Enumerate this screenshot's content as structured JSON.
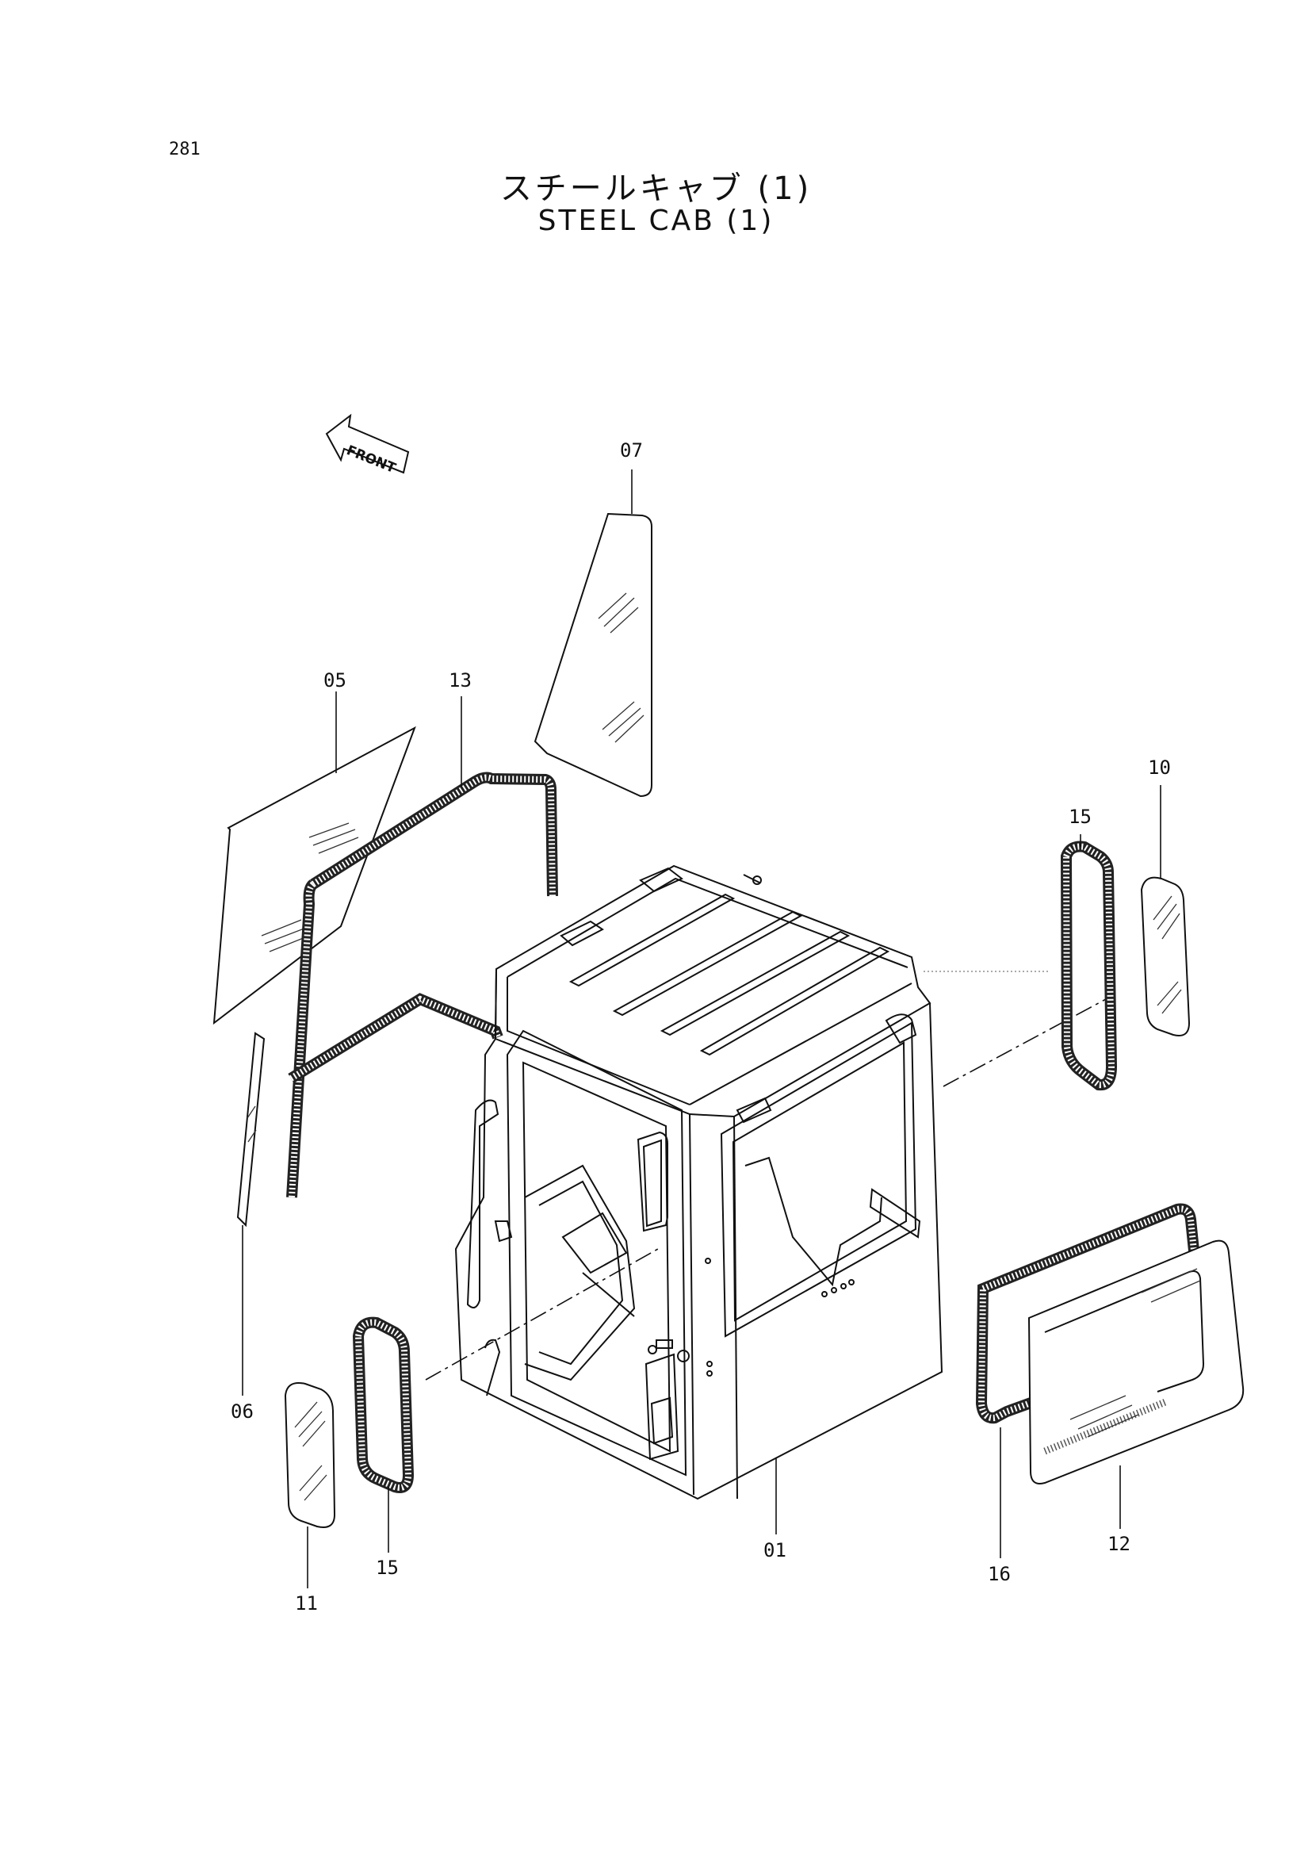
{
  "page": {
    "number": "281"
  },
  "title": {
    "japanese": "スチールキャブ (1)",
    "english": "STEEL CAB (1)"
  },
  "front_marker": {
    "label": "FRONT",
    "icon": "front-arrow-icon"
  },
  "callouts": {
    "c01": "01",
    "c05": "05",
    "c06": "06",
    "c07": "07",
    "c10": "10",
    "c11": "11",
    "c12": "12",
    "c13": "13",
    "c15a": "15",
    "c15b": "15",
    "c16": "16"
  }
}
